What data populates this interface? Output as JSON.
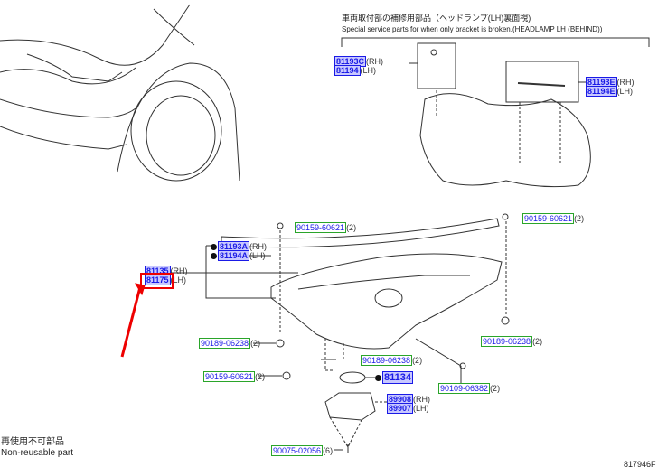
{
  "header": {
    "title_jp": "車両取付部の補修用部品（ヘッドランプ(LH)裏面視)",
    "title_en": "Special service parts for when only bracket is broken.(HEADLAMP LH (BEHIND))"
  },
  "parts": [
    {
      "no": "81193C",
      "sfx": "(RH)",
      "style": "main"
    },
    {
      "no": "81194",
      "sfx": "(LH)",
      "style": "main"
    },
    {
      "no": "81193E",
      "sfx": "(RH)",
      "style": "main"
    },
    {
      "no": "81194E",
      "sfx": "(LH)",
      "style": "main"
    },
    {
      "no": "81193A",
      "sfx": "(RH)",
      "style": "main"
    },
    {
      "no": "81194A",
      "sfx": "(LH)",
      "style": "main"
    },
    {
      "no": "81135",
      "sfx": "(RH)",
      "style": "main"
    },
    {
      "no": "81175",
      "sfx": "(LH)",
      "style": "main"
    },
    {
      "no": "90159-60621",
      "sfx": "(2)",
      "style": "std"
    },
    {
      "no": "90159-60621",
      "sfx": "(2)",
      "style": "std"
    },
    {
      "no": "90189-06238",
      "sfx": "(2)",
      "style": "std"
    },
    {
      "no": "90189-06238",
      "sfx": "(2)",
      "style": "std"
    },
    {
      "no": "90189-06238",
      "sfx": "(2)",
      "style": "std"
    },
    {
      "no": "90159-60621",
      "sfx": "(2)",
      "style": "std"
    },
    {
      "no": "81134",
      "sfx": "",
      "style": "main"
    },
    {
      "no": "90109-06382",
      "sfx": "(2)",
      "style": "std"
    },
    {
      "no": "89908",
      "sfx": "(RH)",
      "style": "main"
    },
    {
      "no": "89907",
      "sfx": "(LH)",
      "style": "main"
    },
    {
      "no": "90075-02056",
      "sfx": "(6)",
      "style": "std"
    }
  ],
  "legend": {
    "jp": "再使用不可部品",
    "en": "Non-reusable part"
  },
  "figure_id": "817946F",
  "colors": {
    "highlight": "#e00000",
    "part_link": "#1a1ae6",
    "std_border": "#2aa52a"
  }
}
